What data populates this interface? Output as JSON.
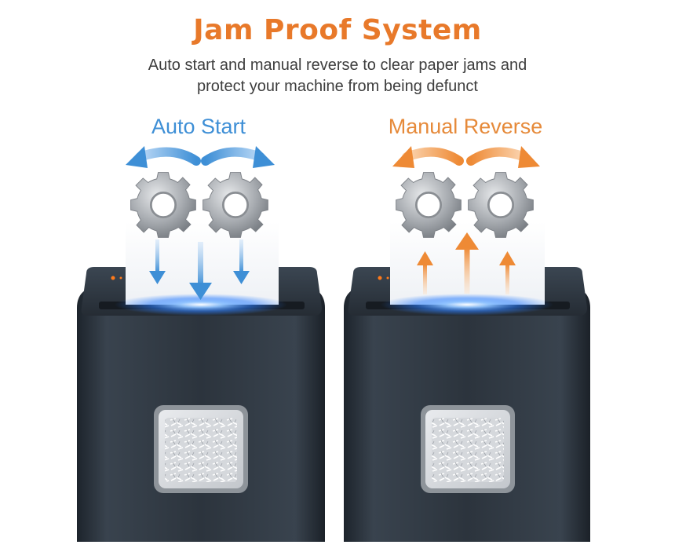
{
  "header": {
    "title": "Jam Proof System",
    "subtitle_line1": "Auto start and manual reverse to clear paper jams and",
    "subtitle_line2": "protect your machine from being defunct"
  },
  "panels": [
    {
      "label": "Auto Start",
      "arrow_color": "#3e8fd6",
      "arrow_direction": "down",
      "glow_color": "#2d7fff"
    },
    {
      "label": "Manual Reverse",
      "arrow_color": "#ee8a35",
      "arrow_direction": "up",
      "glow_color": "#2d7fff"
    }
  ],
  "colors": {
    "title": "#e8792a",
    "shredder_body": "#2e3640",
    "gear": "#a9acb0"
  },
  "icons": [
    "gear-icon",
    "rotate-arrow-icon",
    "feed-arrow-icon",
    "shredder-body",
    "bin-window"
  ]
}
